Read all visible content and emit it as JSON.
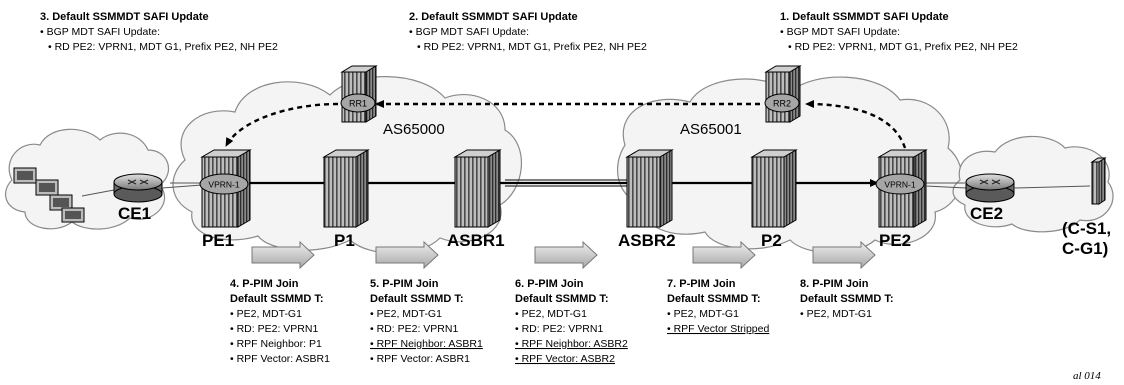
{
  "figure_id": "al 014",
  "updates": [
    {
      "title": "3. Default SSMMDT SAFI Update",
      "lines": [
        "• BGP MDT SAFI Update:",
        "• RD PE2: VPRN1, MDT G1, Prefix PE2, NH PE2"
      ]
    },
    {
      "title": "2. Default SSMMDT SAFI Update",
      "lines": [
        "• BGP MDT SAFI Update:",
        "• RD PE2: VPRN1, MDT G1, Prefix PE2, NH PE2"
      ]
    },
    {
      "title": "1. Default SSMMDT SAFI Update",
      "lines": [
        "• BGP MDT SAFI Update:",
        "• RD PE2: VPRN1, MDT G1, Prefix PE2, NH PE2"
      ]
    }
  ],
  "as_labels": [
    "AS65000",
    "AS65001"
  ],
  "route_reflectors": [
    "RR1",
    "RR2"
  ],
  "vprn_label": "VPRN-1",
  "nodes": {
    "ce1": "CE1",
    "pe1": "PE1",
    "p1": "P1",
    "asbr1": "ASBR1",
    "asbr2": "ASBR2",
    "p2": "P2",
    "pe2": "PE2",
    "ce2": "CE2",
    "source": [
      "(C-S1,",
      "C-G1)"
    ]
  },
  "joins": [
    {
      "title": "4. P-PIM Join",
      "subtitle": "Default SSMMD T:",
      "lines": [
        {
          "text": "• PE2, MDT-G1",
          "underline": false
        },
        {
          "text": "• RD: PE2: VPRN1",
          "underline": false
        },
        {
          "text": "• RPF Neighbor: P1",
          "underline": false
        },
        {
          "text": "• RPF Vector: ASBR1",
          "underline": false
        }
      ]
    },
    {
      "title": "5. P-PIM Join",
      "subtitle": "Default SSMMD T:",
      "lines": [
        {
          "text": "• PE2, MDT-G1",
          "underline": false
        },
        {
          "text": "• RD: PE2: VPRN1",
          "underline": false
        },
        {
          "text": "• RPF Neighbor: ASBR1",
          "underline": true
        },
        {
          "text": "• RPF Vector: ASBR1",
          "underline": false
        }
      ]
    },
    {
      "title": "6. P-PIM Join",
      "subtitle": "Default SSMMD T:",
      "lines": [
        {
          "text": "• PE2, MDT-G1",
          "underline": false
        },
        {
          "text": "• RD: PE2: VPRN1",
          "underline": false
        },
        {
          "text": "• RPF Neighbor: ASBR2",
          "underline": true
        },
        {
          "text": "• RPF Vector: ASBR2",
          "underline": true
        }
      ]
    },
    {
      "title": "7. P-PIM Join",
      "subtitle": "Default SSMMD T:",
      "lines": [
        {
          "text": "• PE2, MDT-G1",
          "underline": false
        },
        {
          "text": "• RPF Vector Stripped",
          "underline": true
        }
      ]
    },
    {
      "title": "8. P-PIM Join",
      "subtitle": "Default SSMMD T:",
      "lines": [
        {
          "text": "• PE2, MDT-G1",
          "underline": false
        }
      ]
    }
  ]
}
